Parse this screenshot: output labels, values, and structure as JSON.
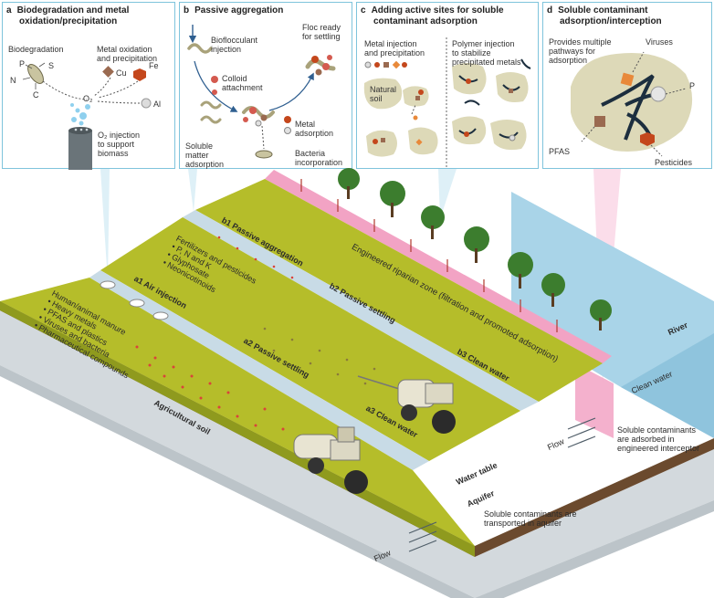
{
  "panels": {
    "a": {
      "letter": "a",
      "title_line1": "Biodegradation and metal",
      "title_line2": "oxidation/precipitation",
      "biodegradation": "Biodegradation",
      "metal_ox_line1": "Metal oxidation",
      "metal_ox_line2": "and precipitation",
      "P": "P",
      "S": "S",
      "N": "N",
      "C": "C",
      "Cu": "Cu",
      "Fe": "Fe",
      "Al": "Al",
      "O2": "O₂",
      "o2_injection_line1": "O₂ injection",
      "o2_injection_line2": "to support",
      "o2_injection_line3": "biomass"
    },
    "b": {
      "letter": "b",
      "title": "Passive aggregation",
      "bioflocculant_line1": "Bioflocculant",
      "bioflocculant_line2": "injection",
      "floc_line1": "Floc ready",
      "floc_line2": "for settling",
      "colloid_line1": "Colloid",
      "colloid_line2": "attachment",
      "metal_ads_line1": "Metal",
      "metal_ads_line2": "adsorption",
      "soluble_line1": "Soluble",
      "soluble_line2": "matter",
      "soluble_line3": "adsorption",
      "bacteria_line1": "Bacteria",
      "bacteria_line2": "incorporation"
    },
    "c": {
      "letter": "c",
      "title_line1": "Adding active sites for soluble",
      "title_line2": "contaminant adsorption",
      "metal_inj_line1": "Metal injection",
      "metal_inj_line2": "and precipitation",
      "polymer_line1": "Polymer injection",
      "polymer_line2": "to stabilize",
      "polymer_line3": "precipitated metals",
      "natural_soil_line1": "Natural",
      "natural_soil_line2": "soil"
    },
    "d": {
      "letter": "d",
      "title_line1": "Soluble contaminant",
      "title_line2": "adsorption/interception",
      "provides_line1": "Provides multiple",
      "provides_line2": "pathways for",
      "provides_line3": "adsorption",
      "viruses": "Viruses",
      "P": "P",
      "PFAS": "PFAS",
      "pesticides": "Pesticides"
    }
  },
  "scene": {
    "riparian": "Engineered riparian zone (filtration and promoted adsorption)",
    "b1": "b1 Passive aggregation",
    "b2": "b2 Passive settling",
    "b3": "b3 Clean water",
    "a1": "a1 Air injection",
    "a2": "a2 Passive settling",
    "a3": "a3 Clean water",
    "fertilizers_title": "Fertilizers and pesticides",
    "fertilizers_items": [
      "P, N and K",
      "Glyphosate",
      "Neonicotinoids"
    ],
    "manure_title": "Human/animal manure",
    "manure_items": [
      "Heavy metals",
      "PFAS and plastics",
      "Viruses and bacteria",
      "Pharmaceutical compounds"
    ],
    "agricultural_soil": "Agricultural soil",
    "river": "River",
    "clean_water": "Clean water",
    "flow": "Flow",
    "water_table": "Water table",
    "aquifer": "Aquifer",
    "interceptor_line1": "Soluble contaminants",
    "interceptor_line2": "are adsorbed in",
    "interceptor_line3": "engineered interceptor",
    "aquifer_note_line1": "Soluble contaminants are",
    "aquifer_note_line2": "transported in aquifer"
  },
  "colors": {
    "field": "#b5bd2a",
    "field_dark": "#7e8a1a",
    "soil_edge": "#6b4a2e",
    "channel": "#c8dbe6",
    "river": "#a9d4e8",
    "pink": "#f2a3c4",
    "contaminant": "#d9443a"
  }
}
